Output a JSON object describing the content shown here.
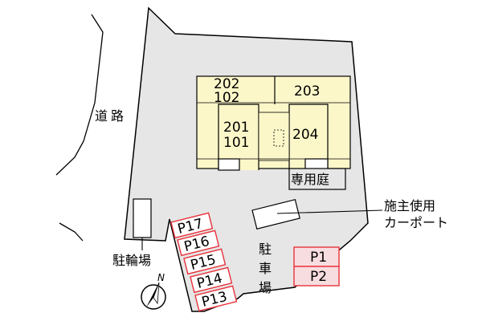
{
  "road": {
    "label_char1": "道",
    "label_char2": "路"
  },
  "units": {
    "u202": "202",
    "u102": "102",
    "u203": "203",
    "u201": "201",
    "u101": "101",
    "u204": "204"
  },
  "labels": {
    "private_garden": "専用庭",
    "owner_carport_line1": "施主使用",
    "owner_carport_line2": "カーポート",
    "bicycle_parking": "駐輪場",
    "parking_char1": "駐",
    "parking_char2": "車",
    "parking_char3": "場",
    "north": "N"
  },
  "parking_spaces_left": [
    "P17",
    "P16",
    "P15",
    "P14",
    "P13"
  ],
  "parking_spaces_right": [
    "P1",
    "P2"
  ],
  "colors": {
    "lot_fill": "#e6e6e6",
    "building_fill": "#fbf7c9",
    "parking_border": "#e8323c",
    "parking_fill_right": "#f8dde0",
    "parking_fill_left": "#ffffff",
    "outline": "#000000"
  }
}
